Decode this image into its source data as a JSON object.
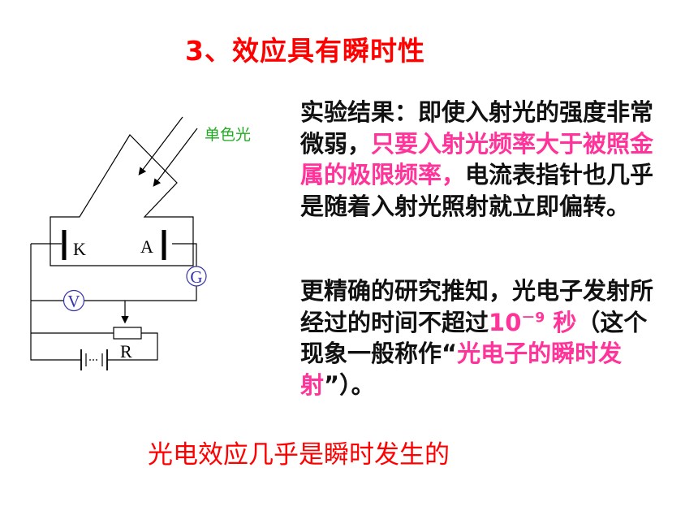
{
  "slide": {
    "title": "3、效应具有瞬时性",
    "conclusion": "光电效应几乎是瞬时发生的"
  },
  "diagram": {
    "light_label": "单色光",
    "cathode_label": "K",
    "anode_label": "A",
    "galvanometer_label": "G",
    "voltmeter_label": "V",
    "rheostat_label": "R"
  },
  "paragraph1": {
    "lead": "实验结果：即使入射光的强度非常微弱，",
    "highlight": "只要入射光频率大于被照金属的极限频率，",
    "tail": "电流表指针也几乎是随着入射光照射就立即偏转。"
  },
  "paragraph2": {
    "lead": "更精确的研究推知，光电子发射所经过的时间不超过",
    "time_base": "10",
    "time_exp": "－9",
    "time_unit": " 秒",
    "mid": "（这个现象一般称作“",
    "highlight": "光电子的瞬时发射",
    "tail": "”）。"
  },
  "colors": {
    "title": "#ff0000",
    "highlight": "#ff3399",
    "label_green": "#22aa22",
    "meter_blue": "#3333aa"
  }
}
